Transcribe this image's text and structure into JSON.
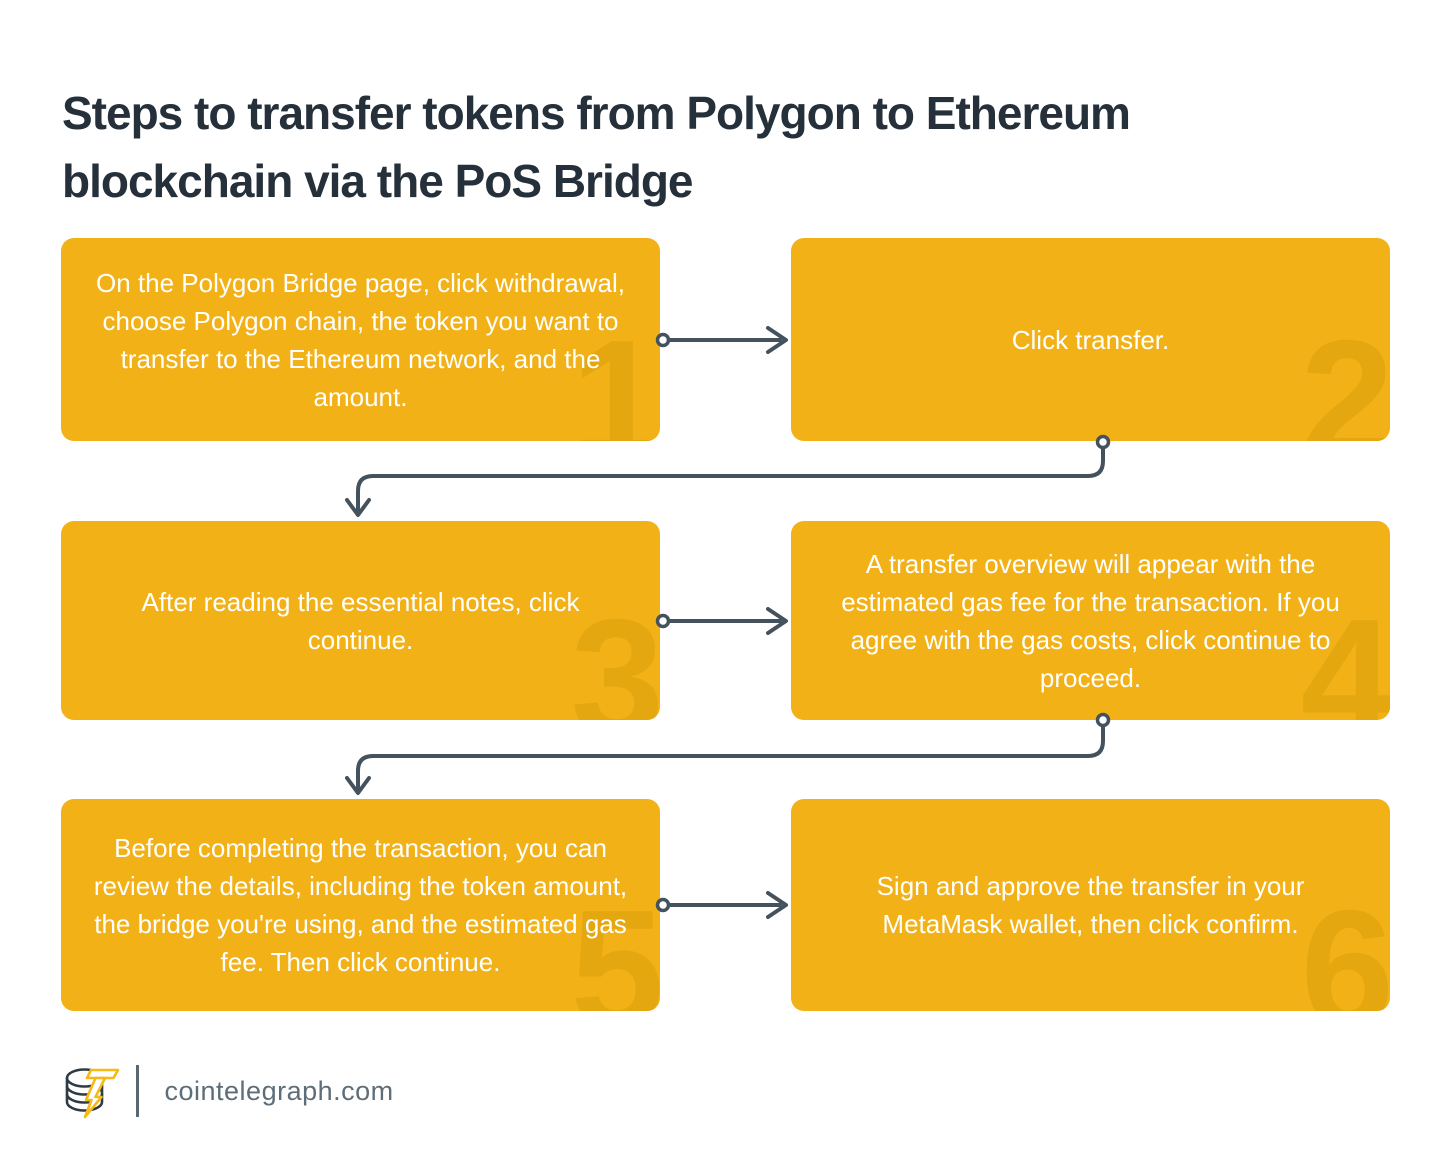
{
  "title": "Steps to transfer tokens from Polygon to Ethereum blockchain via the PoS Bridge",
  "steps": [
    {
      "number": "1",
      "text": "On the Polygon Bridge page, click withdrawal, choose Polygon chain, the token you want to transfer to the Ethereum network, and the amount."
    },
    {
      "number": "2",
      "text": "Click transfer."
    },
    {
      "number": "3",
      "text": "After reading the essential notes, click continue."
    },
    {
      "number": "4",
      "text": "A transfer overview will appear with the estimated gas fee for the transaction. If you agree with the gas costs, click continue to proceed."
    },
    {
      "number": "5",
      "text": "Before completing the transaction, you can review the details, including the token amount, the bridge you're using, and the estimated gas fee. Then click continue."
    },
    {
      "number": "6",
      "text": "Sign and approve the transfer in your MetaMask wallet, then click confirm."
    }
  ],
  "footer": {
    "site": "cointelegraph.com",
    "logo": "cointelegraph-logo"
  },
  "colors": {
    "box_yellow": "#F2B116",
    "step_number_watermark": "#E4A70F",
    "title_text": "#25303B",
    "box_text": "#FFFFFF",
    "connector": "#44525E",
    "footer_text": "#5E6E78",
    "logo_coin_outline": "#2E3B44",
    "logo_bolt_yellow": "#F5BA13"
  }
}
